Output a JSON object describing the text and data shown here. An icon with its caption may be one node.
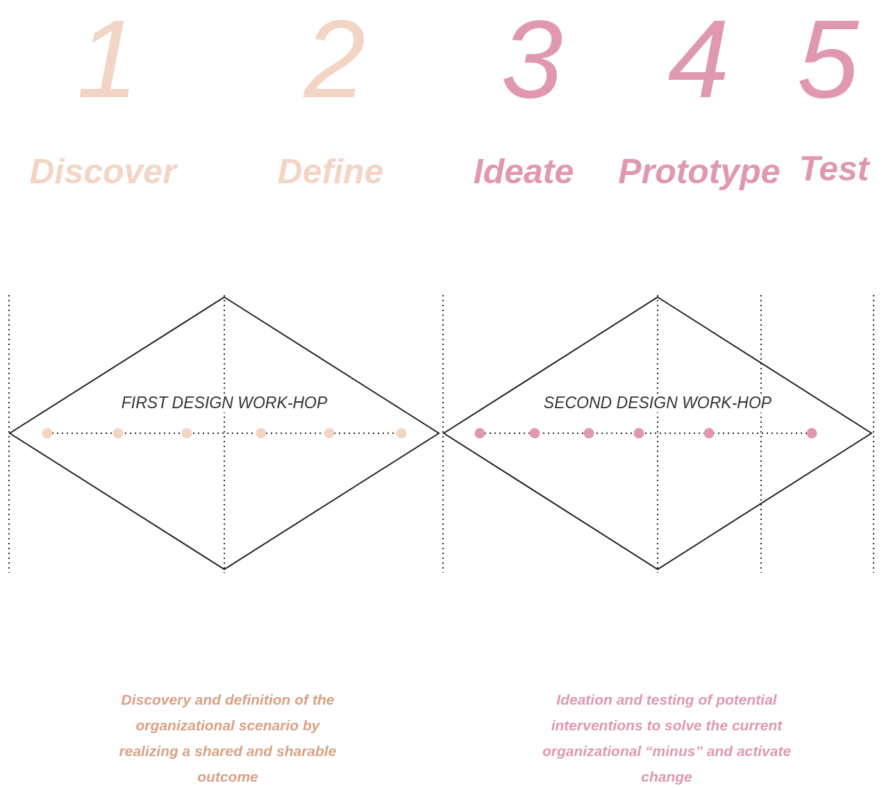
{
  "diagram": {
    "nodes": [
      {
        "text": [
          "FIRST DESIGN WORK-HOP"
        ]
      },
      {
        "text": [
          "SECOND DESIGN WORK-HOP"
        ]
      }
    ],
    "labels": [
      "1",
      "2",
      "3",
      "4",
      "5",
      "Discover",
      "Define",
      "Ideate",
      "Prototype",
      "Test",
      "Discovery and definition of the organizational scenario by realizing a shared and sharable outcome",
      "Ideation and testing of potential interventions to solve the current organizational “minus” and activate change"
    ]
  }
}
